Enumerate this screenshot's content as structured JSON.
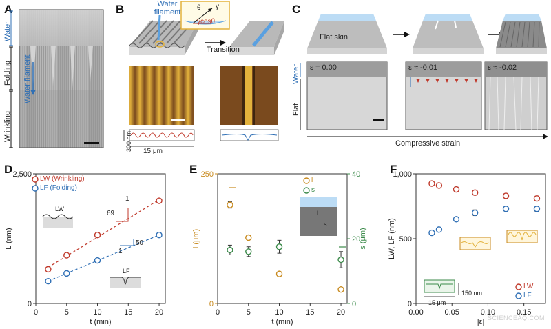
{
  "panels": {
    "A": {
      "label": "A",
      "side_labels": [
        "Water",
        "Folding",
        "Wrinkling"
      ],
      "annotation": "Water filament"
    },
    "B": {
      "label": "B",
      "water_filament": "Water filament",
      "inset_theta": "θ",
      "inset_gamma": "γ",
      "inset_gamma_cos": "γcosθ",
      "transition": "Transition",
      "height_scale": "300 nm",
      "length_scale": "15 μm"
    },
    "C": {
      "label": "C",
      "flat_skin": "Flat skin",
      "strains": [
        "ε = 0.00",
        "ε ≈ -0.01",
        "ε ≈ -0.02"
      ],
      "side_labels": [
        "Water",
        "Flat"
      ],
      "axis_label": "Compressive strain"
    },
    "D": {
      "label": "D",
      "legend": [
        "LW (Wrinkling)",
        "LF (Folding)"
      ],
      "inset_labels": [
        "LW",
        "LF"
      ],
      "slopes": {
        "wrinkling_rise": "69",
        "wrinkling_run": "1",
        "folding_rise": "50",
        "folding_run": "1"
      }
    },
    "E": {
      "label": "E",
      "legend": [
        "l",
        "s"
      ],
      "inset_labels": [
        "l",
        "s"
      ]
    },
    "F": {
      "label": "F",
      "legend": [
        "LW",
        "LF"
      ],
      "inset_scale_x": "15 μm",
      "inset_scale_y": "150 nm",
      "watermark": "SCIENCEAQ.COM"
    }
  },
  "chart_data": [
    {
      "type": "scatter",
      "panel": "D",
      "xlabel": "t (min)",
      "ylabel": "L (nm)",
      "xlim": [
        0,
        21
      ],
      "ylim": [
        0,
        2500
      ],
      "xticks": [
        0,
        5,
        10,
        15,
        20
      ],
      "yticks": [
        0,
        2500
      ],
      "ytick_labels": [
        "0",
        "2,500"
      ],
      "legend_position": "top-left",
      "series": [
        {
          "name": "LW (Wrinkling)",
          "color": "#c0392b",
          "x": [
            2,
            5,
            10,
            20
          ],
          "y": [
            660,
            930,
            1320,
            1980
          ],
          "err": [
            35,
            35,
            45,
            35
          ]
        },
        {
          "name": "LF (Folding)",
          "color": "#2f6fb5",
          "x": [
            2,
            5,
            10,
            20
          ],
          "y": [
            430,
            580,
            830,
            1320
          ],
          "err": [
            35,
            35,
            35,
            35
          ]
        }
      ]
    },
    {
      "type": "scatter",
      "panel": "E",
      "xlabel": "t (min)",
      "ylabel": "l (μm)",
      "ylabel_right": "s (μm)",
      "xlim": [
        0,
        21
      ],
      "ylim": [
        0,
        250
      ],
      "ylim_right": [
        0,
        40
      ],
      "xticks": [
        0,
        5,
        10,
        15,
        20
      ],
      "yticks": [
        0,
        250
      ],
      "yticks_right": [
        0,
        20,
        40
      ],
      "legend_position": "top-right",
      "series": [
        {
          "name": "l",
          "color": "#c88a1e",
          "axis": "left",
          "x": [
            2,
            5,
            10,
            20
          ],
          "y": [
            190,
            127,
            57,
            27
          ],
          "err": [
            6,
            4,
            3,
            3
          ]
        },
        {
          "name": "s",
          "color": "#3b8a4a",
          "axis": "right",
          "x": [
            2,
            5,
            10,
            20
          ],
          "y": [
            16.5,
            16.0,
            17.5,
            13.5
          ],
          "err": [
            1.5,
            1.5,
            2.0,
            2.5
          ]
        }
      ]
    },
    {
      "type": "scatter",
      "panel": "F",
      "xlabel": "|ε|",
      "ylabel": "LW, LF (nm)",
      "xlim": [
        0,
        0.18
      ],
      "ylim": [
        0,
        1000
      ],
      "xticks": [
        0,
        0.05,
        0.1,
        0.15
      ],
      "xtick_labels": [
        "0.00",
        "0.05",
        "0.10",
        "0.15"
      ],
      "yticks": [
        0,
        500,
        1000
      ],
      "ytick_labels": [
        "0",
        "500",
        "1,000"
      ],
      "legend_position": "bottom-right",
      "series": [
        {
          "name": "LW",
          "color": "#c0392b",
          "x": [
            0.022,
            0.032,
            0.056,
            0.082,
            0.125,
            0.168
          ],
          "y": [
            925,
            910,
            880,
            855,
            830,
            810
          ],
          "err": [
            18,
            15,
            18,
            18,
            18,
            18
          ]
        },
        {
          "name": "LF",
          "color": "#2f6fb5",
          "x": [
            0.022,
            0.032,
            0.056,
            0.082,
            0.125,
            0.168
          ],
          "y": [
            545,
            570,
            650,
            700,
            730,
            730
          ],
          "err": [
            15,
            15,
            15,
            22,
            18,
            22
          ]
        }
      ]
    }
  ]
}
